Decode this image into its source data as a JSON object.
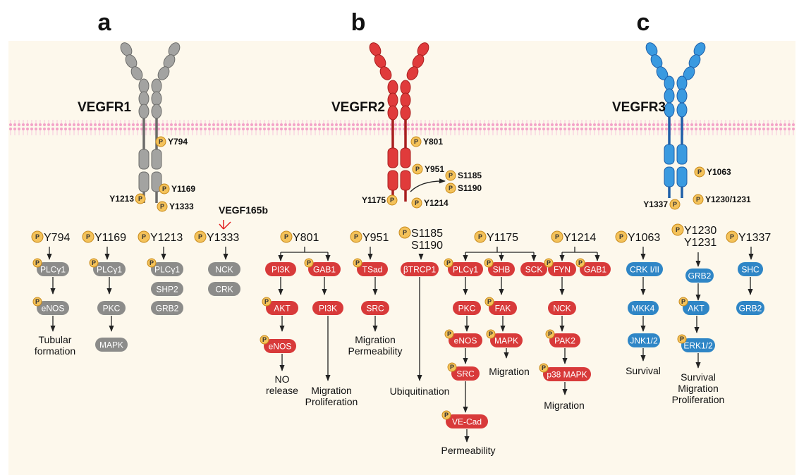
{
  "panels": [
    {
      "letter": "a",
      "receptor": "VEGFR1",
      "color": "#8c8c8a",
      "lines": [
        [
          "VEGFR1"
        ]
      ],
      "sites": [
        "Y794",
        "Y1213",
        "Y1169",
        "Y1333"
      ]
    },
    {
      "letter": "b",
      "receptor": "VEGFR2",
      "color": "#d83a3a",
      "sites": [
        "Y801",
        "Y951",
        "S1185",
        "S1190",
        "Y1175",
        "Y1214"
      ]
    },
    {
      "letter": "c",
      "receptor": "VEGFR3",
      "color": "#2f86c6",
      "sites": [
        "Y1063",
        "Y1337",
        "Y1230/1231"
      ]
    }
  ],
  "inhibitor": {
    "label": "VEGF165b",
    "color": "#e02020"
  },
  "colors": {
    "phospho_fill": "#f4c25a",
    "phospho_stroke": "#c88a1a",
    "membrane": "#f6b9d6",
    "background": "#fdf8ec"
  },
  "pathways": {
    "a": [
      {
        "head": "Y794",
        "nodes": [
          "PLCγ1",
          "eNOS"
        ],
        "output": "Tubular\nformation"
      },
      {
        "head": "Y1169",
        "nodes": [
          "PLCγ1",
          "PKC",
          "MAPK"
        ]
      },
      {
        "head": "Y1213",
        "nodes": [
          "PLCγ1",
          "SHP2",
          "GRB2"
        ]
      },
      {
        "head": "Y1333",
        "nodes": [
          "NCK",
          "CRK"
        ]
      }
    ],
    "b": [
      {
        "head": "Y801",
        "branches": [
          [
            "PI3K",
            "AKT",
            "eNOS"
          ],
          [
            "GAB1",
            "PI3K"
          ]
        ],
        "outputs": [
          "NO\nrelease",
          "Migration\nProliferation"
        ]
      },
      {
        "head": "Y951",
        "nodes": [
          "TSad",
          "SRC"
        ],
        "output": "Migration\nPermeability"
      },
      {
        "head": "S1185\nS1190",
        "nodes": [
          "βTRCP1"
        ],
        "output": "Ubiquitination"
      },
      {
        "head": "Y1175",
        "branches": [
          [
            "PLCγ1",
            "PKC",
            "eNOS",
            "SRC",
            "VE-Cad"
          ],
          [
            "SHB",
            "FAK",
            "MAPK"
          ],
          [
            "SCK"
          ]
        ],
        "outputs": [
          "Permeability",
          "Migration"
        ]
      },
      {
        "head": "Y1214",
        "branches": [
          [
            "FYN",
            "NCK",
            "PAK2",
            "p38 MAPK"
          ],
          [
            "GAB1"
          ]
        ],
        "outputs": [
          "Migration"
        ]
      }
    ],
    "c": [
      {
        "head": "Y1063",
        "nodes": [
          "CRK I/II",
          "MKK4",
          "JNK1/2"
        ],
        "output": "Survival"
      },
      {
        "head": "Y1230\nY1231",
        "nodes": [
          "GRB2",
          "AKT",
          "ERK1/2"
        ],
        "output": "Survival\nMigration\nProliferation"
      },
      {
        "head": "Y1337",
        "nodes": [
          "SHC",
          "GRB2"
        ]
      }
    ]
  }
}
